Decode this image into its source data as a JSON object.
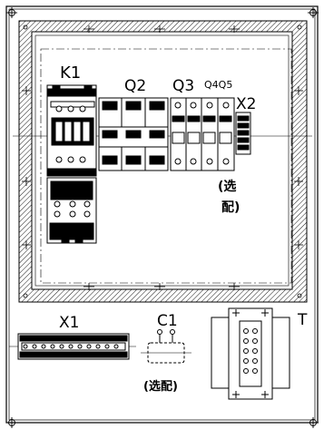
{
  "diagram": {
    "components": {
      "k1": "K1",
      "q2": "Q2",
      "q3": "Q3",
      "q4q5": "Q4Q5",
      "x2": "X2",
      "x1": "X1",
      "c1": "C1",
      "t": "T"
    },
    "notes": {
      "optional_paren_open": "(选",
      "optional_paren_close": "配)",
      "optional_inline": "(选配)"
    }
  }
}
